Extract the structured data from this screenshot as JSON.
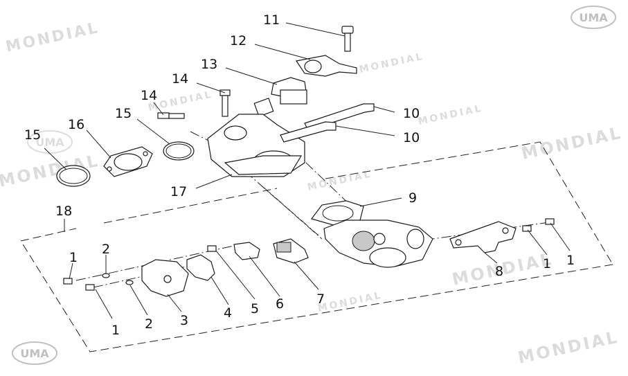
{
  "watermark": {
    "mondial_text": "MONDIAL",
    "uma_text": "UMA"
  },
  "callouts": {
    "c11": "11",
    "c12": "12",
    "c13": "13",
    "c14a": "14",
    "c14b": "14",
    "c15a": "15",
    "c15b": "15",
    "c16": "16",
    "c10a": "10",
    "c10b": "10",
    "c17": "17",
    "c9": "9",
    "c18": "18",
    "c1a": "1",
    "c2a": "2",
    "c1b": "1",
    "c2b": "2",
    "c3": "3",
    "c4": "4",
    "c5": "5",
    "c6": "6",
    "c7": "7",
    "c8": "8",
    "c1c": "1",
    "c1d": "1"
  }
}
